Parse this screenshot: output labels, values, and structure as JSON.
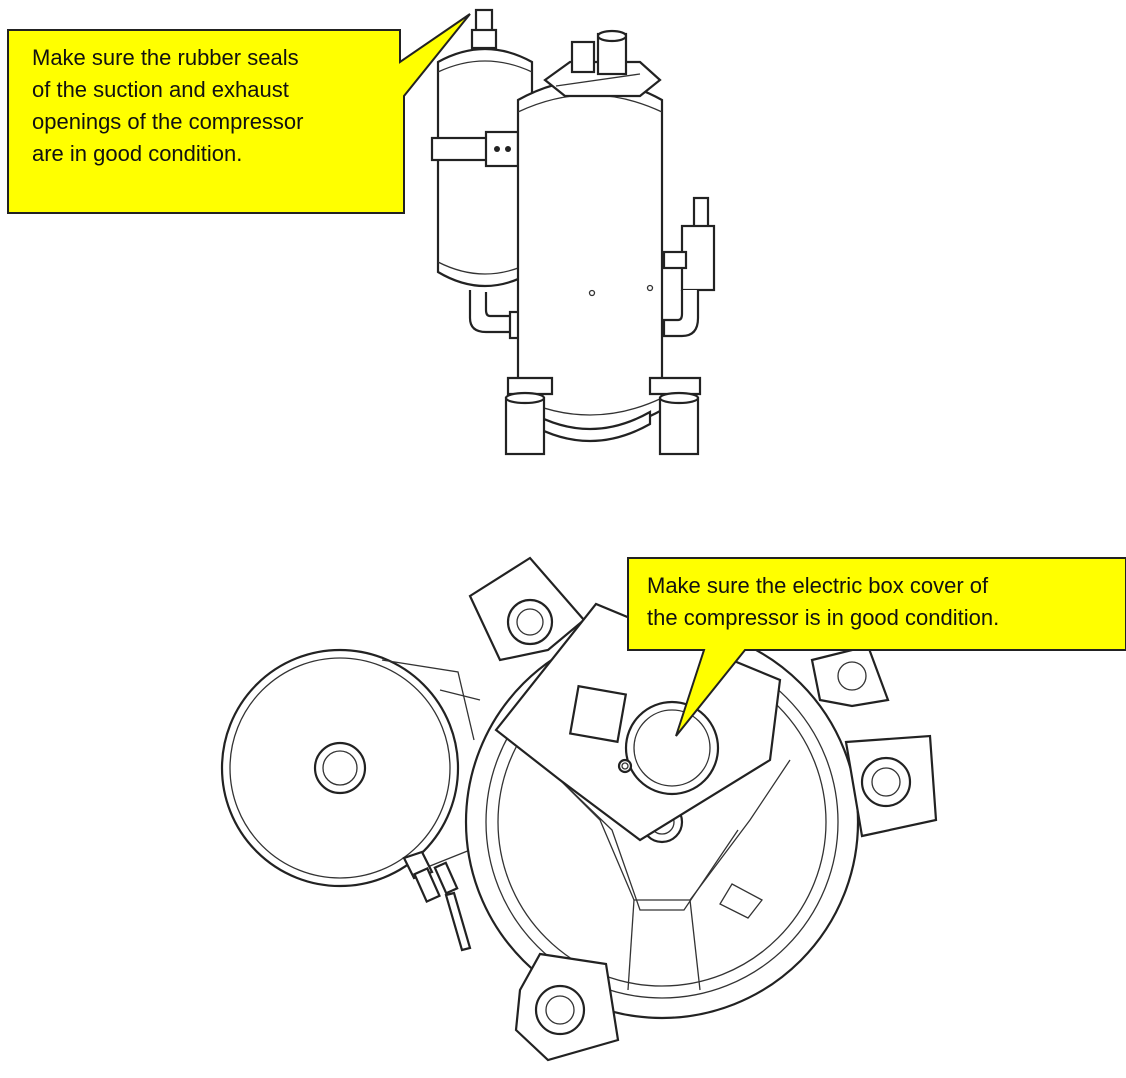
{
  "callouts": {
    "suction_exhaust": {
      "lines": [
        "Make sure the rubber seals",
        "of the suction and exhaust",
        "openings of the compressor",
        "are in good condition."
      ]
    },
    "electric_box": {
      "lines": [
        "Make sure the electric box cover of",
        "the compressor is in good condition."
      ]
    }
  },
  "colors": {
    "callout_fill": "#ffff00",
    "outline": "#222222",
    "background": "#ffffff"
  }
}
